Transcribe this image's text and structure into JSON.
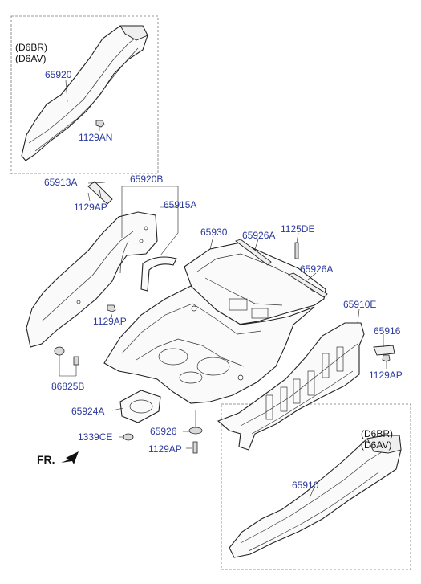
{
  "variant_top": {
    "line1": "(D6BR)",
    "line2": "(D6AV)"
  },
  "variant_bottom": {
    "line1": "(D6BR)",
    "line2": "(D6AV)"
  },
  "front_label": "FR.",
  "parts": {
    "p65920": "65920",
    "p1129AN": "1129AN",
    "p65913A": "65913A",
    "p65920B": "65920B",
    "p1129AP_a": "1129AP",
    "p65915A": "65915A",
    "p65930": "65930",
    "p65926A_a": "65926A",
    "p1125DE": "1125DE",
    "p65926A_b": "65926A",
    "p1129AP_b": "1129AP",
    "p65910E": "65910E",
    "p65916": "65916",
    "p1129AP_c": "1129AP",
    "p86825B": "86825B",
    "p65924A": "65924A",
    "p65926": "65926",
    "p1339CE": "1339CE",
    "p1129AP_d": "1129AP",
    "p65910": "65910"
  }
}
